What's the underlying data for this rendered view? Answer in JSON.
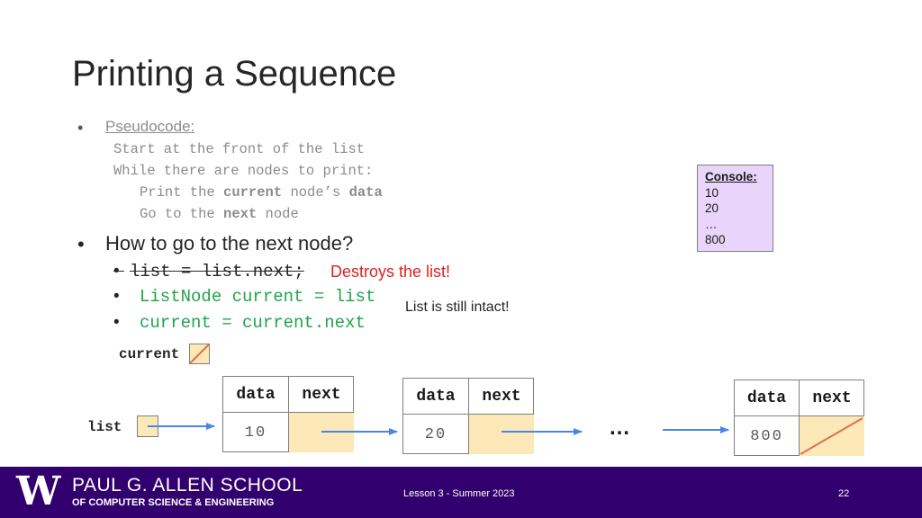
{
  "slide": {
    "title": "Printing a Sequence",
    "bullet_glyph": "•",
    "pseudocode": {
      "heading": "Pseudocode:",
      "line1": "Start at the front of the list",
      "line2": "While there are nodes to print:",
      "line3_a": "Print the ",
      "line3_b": "current",
      "line3_c": " node’s ",
      "line3_d": "data",
      "line4_a": "Go to the ",
      "line4_b": "next",
      "line4_c": " node"
    },
    "question": "How to go to the next node?",
    "options": {
      "bad_code": "list = list.next;",
      "bad_note": "Destroys the list!",
      "good_code1": "ListNode current = list",
      "good_code2": "current = current.next",
      "good_note": "List is still intact!"
    },
    "console": {
      "heading": "Console:",
      "lines": [
        "10",
        "20",
        "…",
        "800"
      ]
    },
    "diagram": {
      "current_label": "current",
      "list_label": "list",
      "data_header": "data",
      "next_header": "next",
      "ellipsis": "…",
      "node_values": [
        "10",
        "20",
        "800"
      ]
    }
  },
  "footer": {
    "logo_letter": "W",
    "school_name": "PAUL G. ALLEN SCHOOL",
    "school_sub": "OF COMPUTER SCIENCE & ENGINEERING",
    "lesson": "Lesson 3 - Summer 2023",
    "page_number": "22",
    "background_color": "#32006e"
  },
  "colors": {
    "code_green": "#22a34b",
    "warning_red": "#e02020",
    "console_fill": "#e9d5fb",
    "pointer_fill": "#fde8b8",
    "arrow_blue": "#4a86e8",
    "null_slash": "#e0704c"
  }
}
